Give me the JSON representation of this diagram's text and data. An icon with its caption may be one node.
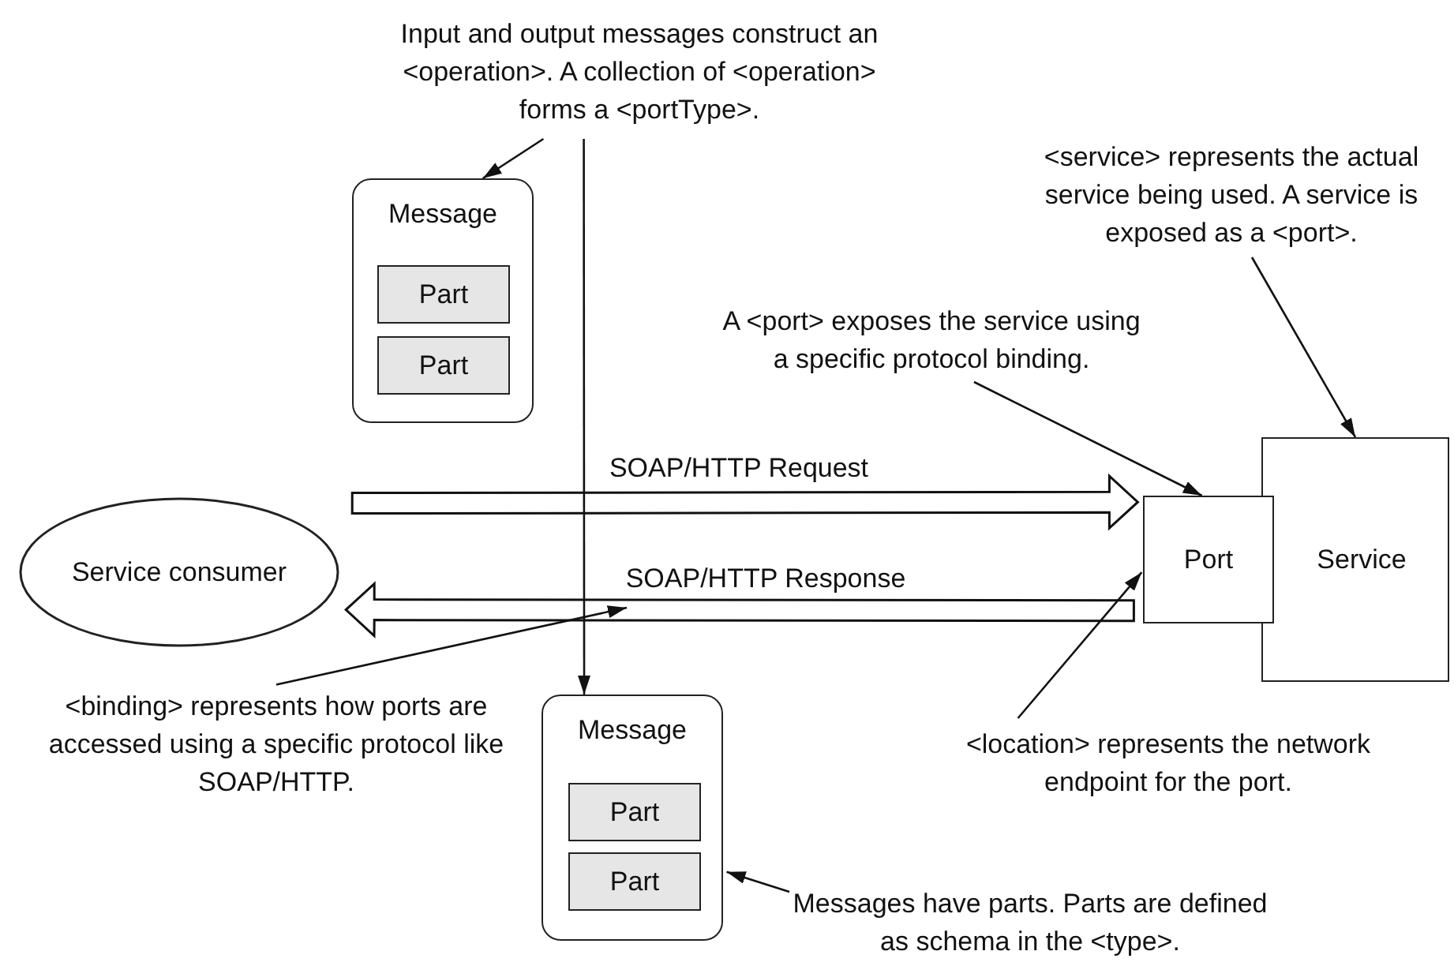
{
  "diagram": {
    "nodes": [
      {
        "text": [
          "Input and output messages construct an <operation>. A collection of <operation> forms a <portType>."
        ]
      },
      {
        "text": [
          "Message"
        ]
      },
      {
        "text": [
          "Part"
        ],
        "in": 1
      },
      {
        "text": [
          "Part"
        ],
        "in": 1
      },
      {
        "text": [
          "<service> represents the actual service being used. A service is exposed as a <port>."
        ]
      },
      {
        "text": [
          "A <port> exposes the service using a specific protocol binding."
        ]
      },
      {
        "text": [
          "Service consumer"
        ]
      },
      {
        "text": [
          "Service"
        ]
      },
      {
        "text": [
          "Port"
        ]
      },
      {
        "text": [
          "<binding> represents how ports are accessed using a specific protocol like SOAP/HTTP."
        ]
      },
      {
        "text": [
          "Message"
        ]
      },
      {
        "text": [
          "Part"
        ],
        "in": 10
      },
      {
        "text": [
          "Part"
        ],
        "in": 10
      },
      {
        "text": [
          "<location> represents the network endpoint for the port."
        ]
      },
      {
        "text": [
          "Messages have parts. Parts are defined as schema in the <type>."
        ]
      }
    ],
    "edges": [
      {
        "from": 0,
        "to": 1,
        "arrow": "to"
      },
      {
        "from": 0,
        "to": 10,
        "arrow": "to"
      },
      {
        "from": 4,
        "to": 7,
        "arrow": "to"
      },
      {
        "from": 5,
        "to": 8,
        "arrow": "to"
      },
      {
        "from": 6,
        "to": 8,
        "arrow": "to",
        "label": "SOAP/HTTP Request",
        "style": "thick"
      },
      {
        "from": 8,
        "to": 6,
        "arrow": "to",
        "label": "SOAP/HTTP Response",
        "style": "thick"
      },
      {
        "from": 9,
        "to": null,
        "arrow": "to"
      },
      {
        "from": 13,
        "to": 8,
        "arrow": "to"
      },
      {
        "from": 14,
        "to": 10,
        "arrow": "to"
      }
    ]
  }
}
